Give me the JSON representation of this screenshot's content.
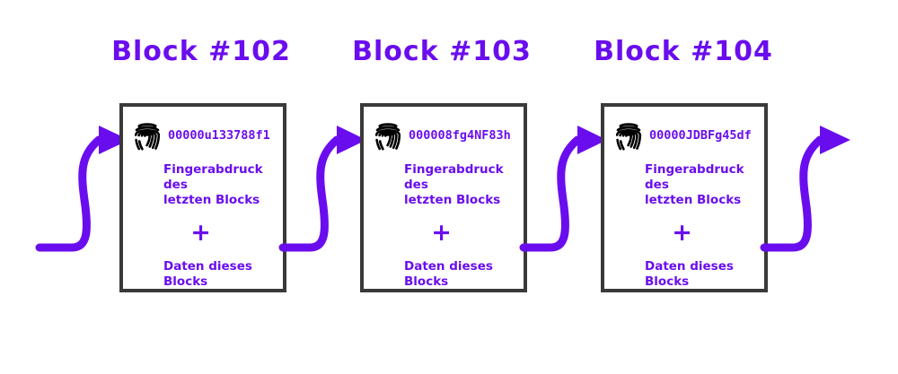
{
  "diagram": {
    "title_prefix": "Block",
    "accent_color": "#6A0DEE",
    "box_border_color": "#3A3A3A",
    "background_color": "#ffffff",
    "icon_color": "#000000",
    "plus_symbol": "+",
    "arrow_count": 4,
    "blocks": [
      {
        "title": "Block #102",
        "hash": "00000u133788f1",
        "icon": "fingerprint-icon",
        "body_line_1": "Fingerabdruck des\nletzten Blocks",
        "plus": "+",
        "body_line_2": "Daten dieses\nBlocks"
      },
      {
        "title": "Block #103",
        "hash": "000008fg4NF83h",
        "icon": "fingerprint-icon",
        "body_line_1": "Fingerabdruck des\nletzten Blocks",
        "plus": "+",
        "body_line_2": "Daten dieses\nBlocks"
      },
      {
        "title": "Block #104",
        "hash": "00000JDBFg45df",
        "icon": "fingerprint-icon",
        "body_line_1": "Fingerabdruck des\nletzten Blocks",
        "plus": "+",
        "body_line_2": "Daten dieses\nBlocks"
      }
    ]
  }
}
